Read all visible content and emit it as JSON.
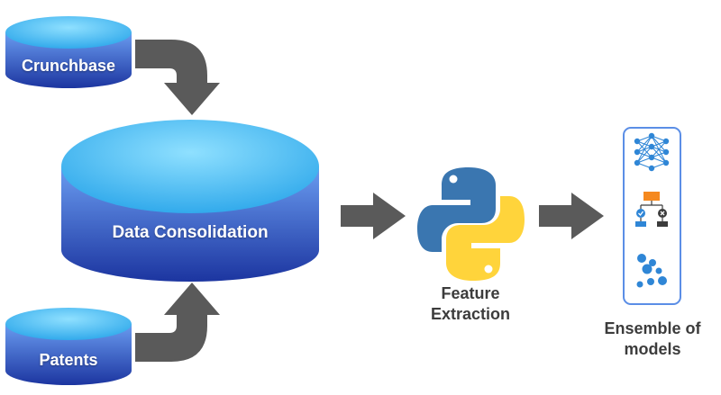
{
  "sources": [
    {
      "id": "crunchbase",
      "label": "Crunchbase"
    },
    {
      "id": "patents",
      "label": "Patents"
    }
  ],
  "consolidation": {
    "label": "Data Consolidation"
  },
  "feature_extraction": {
    "label_line1": "Feature",
    "label_line2": "Extraction",
    "icon": "python-logo-icon"
  },
  "ensemble": {
    "label_line1": "Ensemble of",
    "label_line2": "models",
    "icons": [
      "neural-network-icon",
      "decision-tree-icon",
      "clustering-icon"
    ]
  },
  "colors": {
    "db_top": "#4fc3f7",
    "db_body_top": "#5b8ee6",
    "db_body_bottom": "#1d3aa6",
    "arrow": "#5a5a5a",
    "panel_border": "#5b8ee6",
    "icon_blue": "#2f86d6",
    "icon_orange": "#f5891f",
    "python_blue": "#3a76b0",
    "python_yellow": "#ffd43b"
  }
}
